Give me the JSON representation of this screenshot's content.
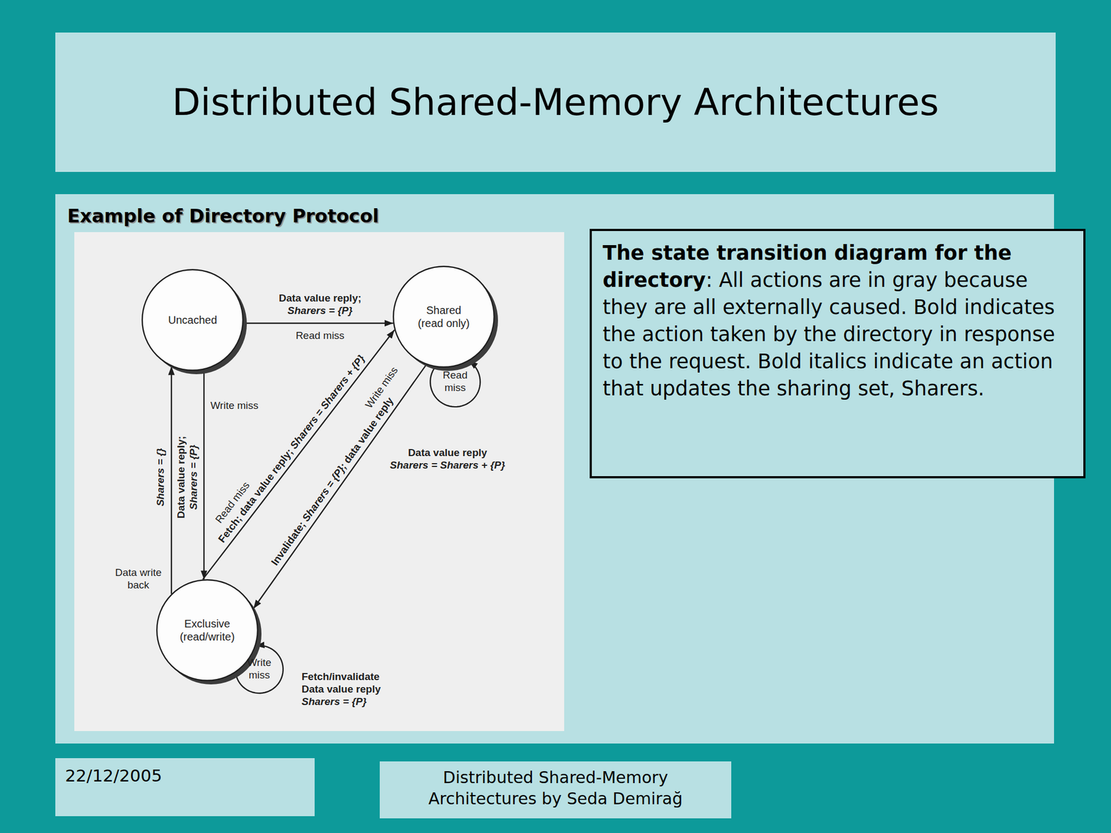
{
  "diagram": {
    "title": "Distributed Shared-Memory Architectures",
    "nodes": [
      {
        "text": [
          "Uncached"
        ]
      },
      {
        "text": [
          "Shared (read only)"
        ]
      },
      {
        "text": [
          "Exclusive (read/write)"
        ]
      },
      {
        "text": [
          "The state transition diagram for the directory",
          ": All actions are in gray because they are all externally caused. Bold indicates the action taken by the directory in response to the request. Bold italics indicate an action that updates the sharing set, Sharers."
        ]
      },
      {
        "text": [
          "22/12/2005"
        ]
      },
      {
        "text": [
          "Distributed Shared-Memory Architectures by Seda Demirağ"
        ]
      }
    ],
    "edges": [
      {
        "from": 0,
        "to": 1,
        "label": "Read miss",
        "arrow": "to"
      },
      {
        "from": 0,
        "to": 2,
        "label": "Write miss",
        "arrow": "to"
      },
      {
        "from": 2,
        "to": 0,
        "label": "Data write back",
        "arrow": "to"
      },
      {
        "from": 2,
        "to": 1,
        "label": "Read miss",
        "arrow": "to"
      },
      {
        "from": 1,
        "to": 2,
        "label": "Write miss",
        "arrow": "to"
      },
      {
        "from": 1,
        "to": 1,
        "label": "Read miss",
        "arrow": "to"
      },
      {
        "from": 2,
        "to": 2,
        "label": "Write miss",
        "arrow": "to"
      }
    ],
    "labels": [
      "Example of Directory Protocol",
      "Data value reply;",
      "Sharers = {P}",
      "Sharers = {}",
      "Data value reply;",
      "Sharers = {P}",
      "Fetch; data value reply;",
      "Sharers = Sharers + {P}",
      "Invalidate;",
      "Sharers = {P};",
      "data value reply",
      "Data value reply",
      "Sharers = Sharers + {P}",
      "Fetch/invalidate",
      "Data value reply",
      "Sharers = {P}"
    ]
  }
}
